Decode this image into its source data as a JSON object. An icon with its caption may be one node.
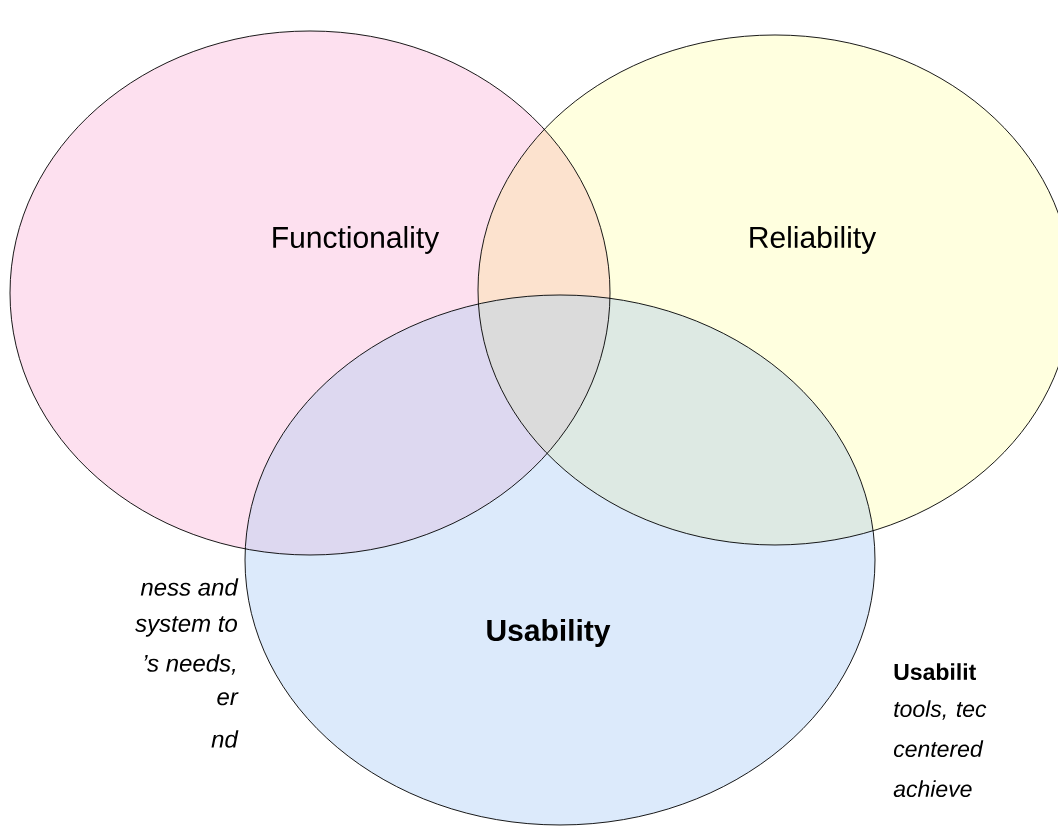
{
  "diagram": {
    "nodes": [
      {
        "text": [
          "Functionality"
        ]
      },
      {
        "text": [
          "Reliability"
        ]
      },
      {
        "text": [
          "Usability"
        ],
        "beside": [
          "Usabilit",
          "tools, tec centered achieve"
        ]
      }
    ],
    "labels": [
      "ness and",
      "system to",
      "’s needs,",
      "er",
      "nd"
    ]
  }
}
